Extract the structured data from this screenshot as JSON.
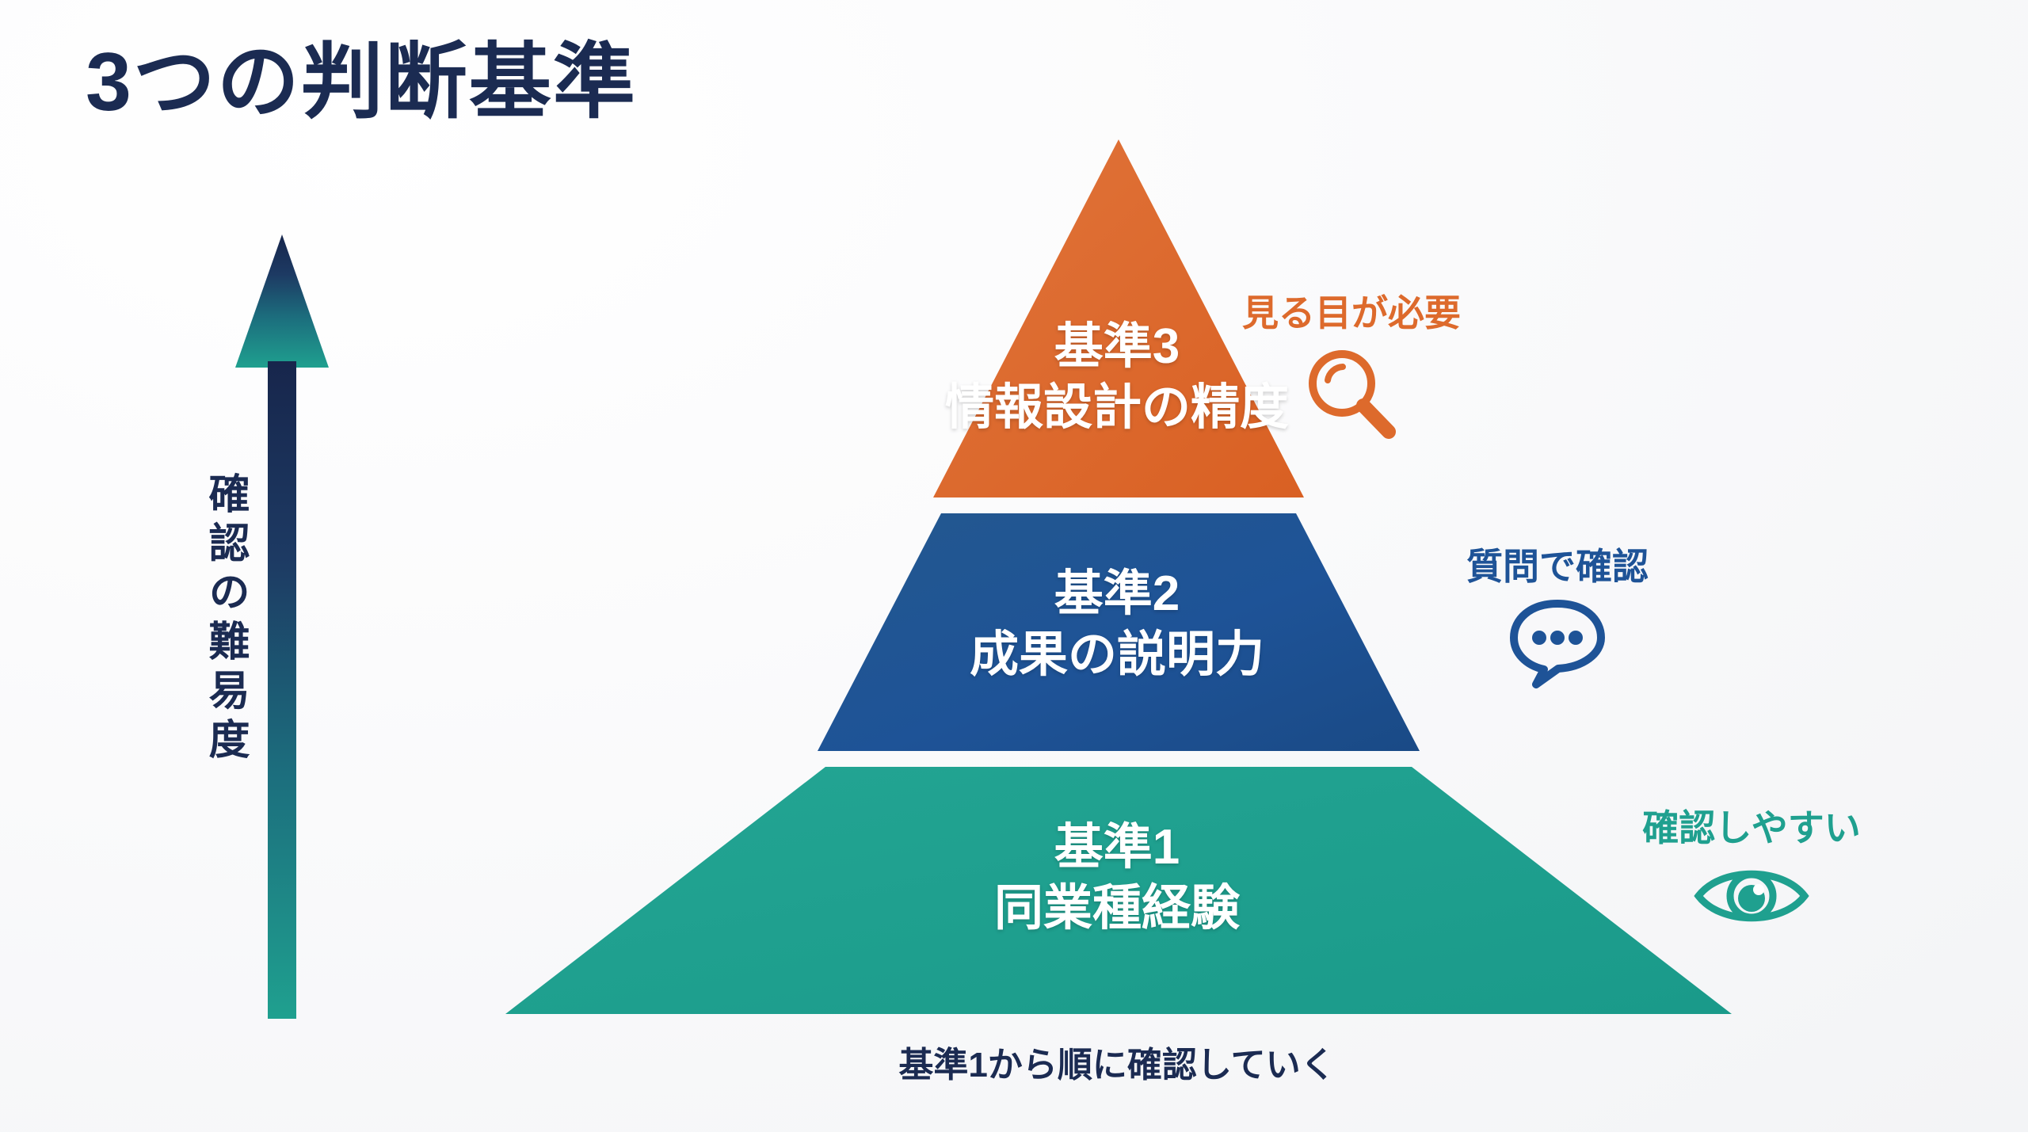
{
  "title": "3つの判断基準",
  "axis": {
    "label": "確認の難易度",
    "arrow_icon": "up-arrow-icon",
    "gradient_top": "#1b2b52",
    "gradient_bottom": "#1fa08f"
  },
  "pyramid": {
    "tiers": [
      {
        "id": "tier-3",
        "heading": "基準3",
        "subheading": "情報設計の精度",
        "text": "基準3\n情報設計の精度",
        "color": "#dd6a2c",
        "annotation": {
          "text": "見る目が必要",
          "icon": "magnifier-icon",
          "color": "#dd6a2c"
        }
      },
      {
        "id": "tier-2",
        "heading": "基準2",
        "subheading": "成果の説明力",
        "text": "基準2\n成果の説明力",
        "color": "#1e5397",
        "annotation": {
          "text": "質問で確認",
          "icon": "speech-bubble-icon",
          "color": "#1e5397"
        }
      },
      {
        "id": "tier-1",
        "heading": "基準1",
        "subheading": "同業種経験",
        "text": "基準1\n同業種経験",
        "color": "#1fa08f",
        "annotation": {
          "text": "確認しやすい",
          "icon": "eye-icon",
          "color": "#1fa08f"
        }
      }
    ]
  },
  "caption": "基準1から順に確認していく",
  "colors": {
    "navy": "#1b2b52",
    "orange": "#dd6a2c",
    "blue": "#1e5397",
    "teal": "#1fa08f",
    "background": "#f4f5f7",
    "band_text": "#ffffff"
  }
}
